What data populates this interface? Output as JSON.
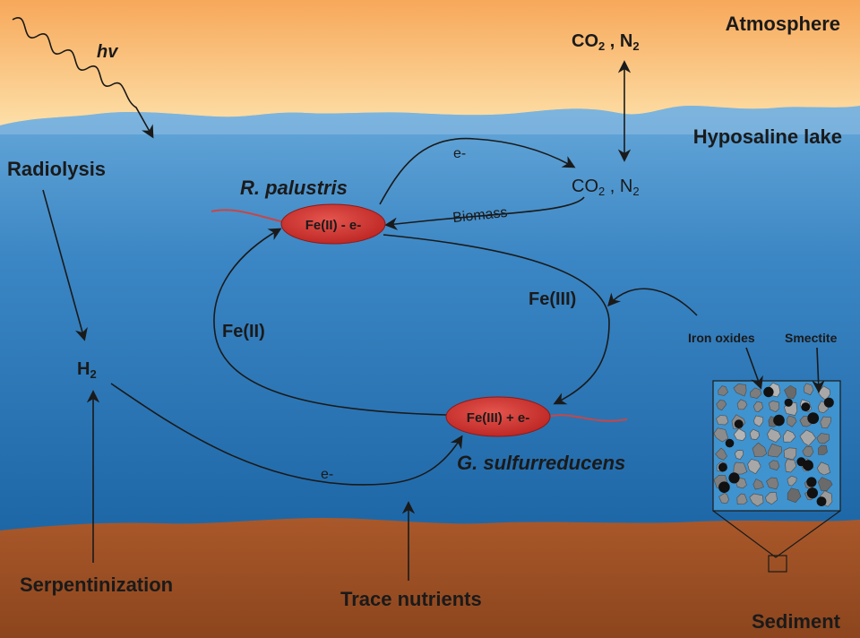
{
  "labels": {
    "atmosphere": "Atmosphere",
    "hyposaline_lake": "Hyposaline lake",
    "sediment": "Sediment",
    "hv": "hv",
    "radiolysis": "Radiolysis",
    "serpentinization": "Serpentinization",
    "h2_main": "H",
    "h2_sub": "2",
    "trace_nutrients": "Trace nutrients",
    "iron_oxides": "Iron oxides",
    "smectite": "Smectite",
    "fe2": "Fe(II)",
    "fe3": "Fe(III)",
    "e_top": "e-",
    "e_bottom": "e-",
    "biomass": "Biomass",
    "co2_top_co": "CO",
    "co2_top_sub": "2",
    "co2_top_sep": " , N",
    "co2_top_n_sub": "2",
    "co2_lake_co": "CO",
    "co2_lake_sub": "2",
    "co2_lake_sep": " , N",
    "co2_lake_n_sub": "2"
  },
  "organisms": {
    "r_palustris": {
      "name": "R. palustris",
      "cell_label": "Fe(II) - e-"
    },
    "g_sulfurreducens": {
      "name": "G. sulfurreducens",
      "cell_label": "Fe(III) + e-"
    }
  },
  "colors": {
    "sky_top": "#f7a85a",
    "sky_bottom": "#fde7b5",
    "water_top": "#5fa3d6",
    "water_bottom": "#1c6aa8",
    "sediment": "#9a4e21",
    "cell": "#d12f2f",
    "flagellum": "#c84646"
  }
}
